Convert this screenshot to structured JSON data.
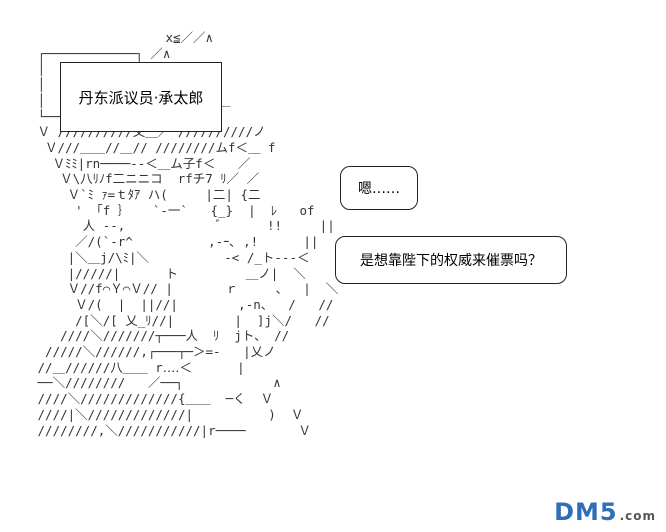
{
  "art": {
    "text": "                  x≦／／∧\n ┌────────────┐ ／∧\n │            │ ＿／∧\n │            │   Ｖ∧\n │            │   j／|＿＿＿\n └────────────┘／//////∧\n Ｖ //////////乂＿／ //////////ノ\n  Ｖ///＿＿//＿// ////////ムf＜＿ f\n   Ｖﾐﾐ|rn────--＜＿ム子f＜   ／\n    Ｖ\\八ﾘﾉf二ニニコ  rfチ7 ﾘ／ ／\n     Ｖ`ﾐ ｧ=ｔﾀｱ ハ(     |二| {二\n      ' 「f ｝   `‐一`   {_}  |  ﾚ   of\n       人 ‐-,            ﾞ      !!     ||\n      ／/(`‐r^          ,-ｰ､ ,!      ||\n     |＼＿j/\\ﾐ|＼          ‐< /_ト---＜\n     |/////|      ト         ＿ノ|  ＼\n     Ｖ//f⌒Ｙ⌒Ｖ// |       ｒ     、  |  ＼\n      Ｖ/(  |  ||//|        ,‐n、  /   //\n      /[＼/[ 乂_ﾘ//|        |  ]j＼/   //\n    ////＼///////┬───人  ﾘ  jト、 //\n  /////＼//////,┌───┬─＞=-   |乂ノ\n //＿//////八＿＿ r‥‥＜      |\n ──＼////////   ／──┐            ∧\n ////＼/////////////{＿＿  ─く  Ｖ\n ////|＼/////////////|          )  Ｖ\n ////////,＼///////////|r────       Ｖ"
  },
  "caption_box": {
    "text": "丹东派议员·承太郎"
  },
  "speech_bubbles": [
    {
      "text": "嗯……"
    },
    {
      "text": "是想靠陛下的权威来催票吗？"
    }
  ],
  "watermark": {
    "text": "DM5",
    "suffix": ".com"
  }
}
